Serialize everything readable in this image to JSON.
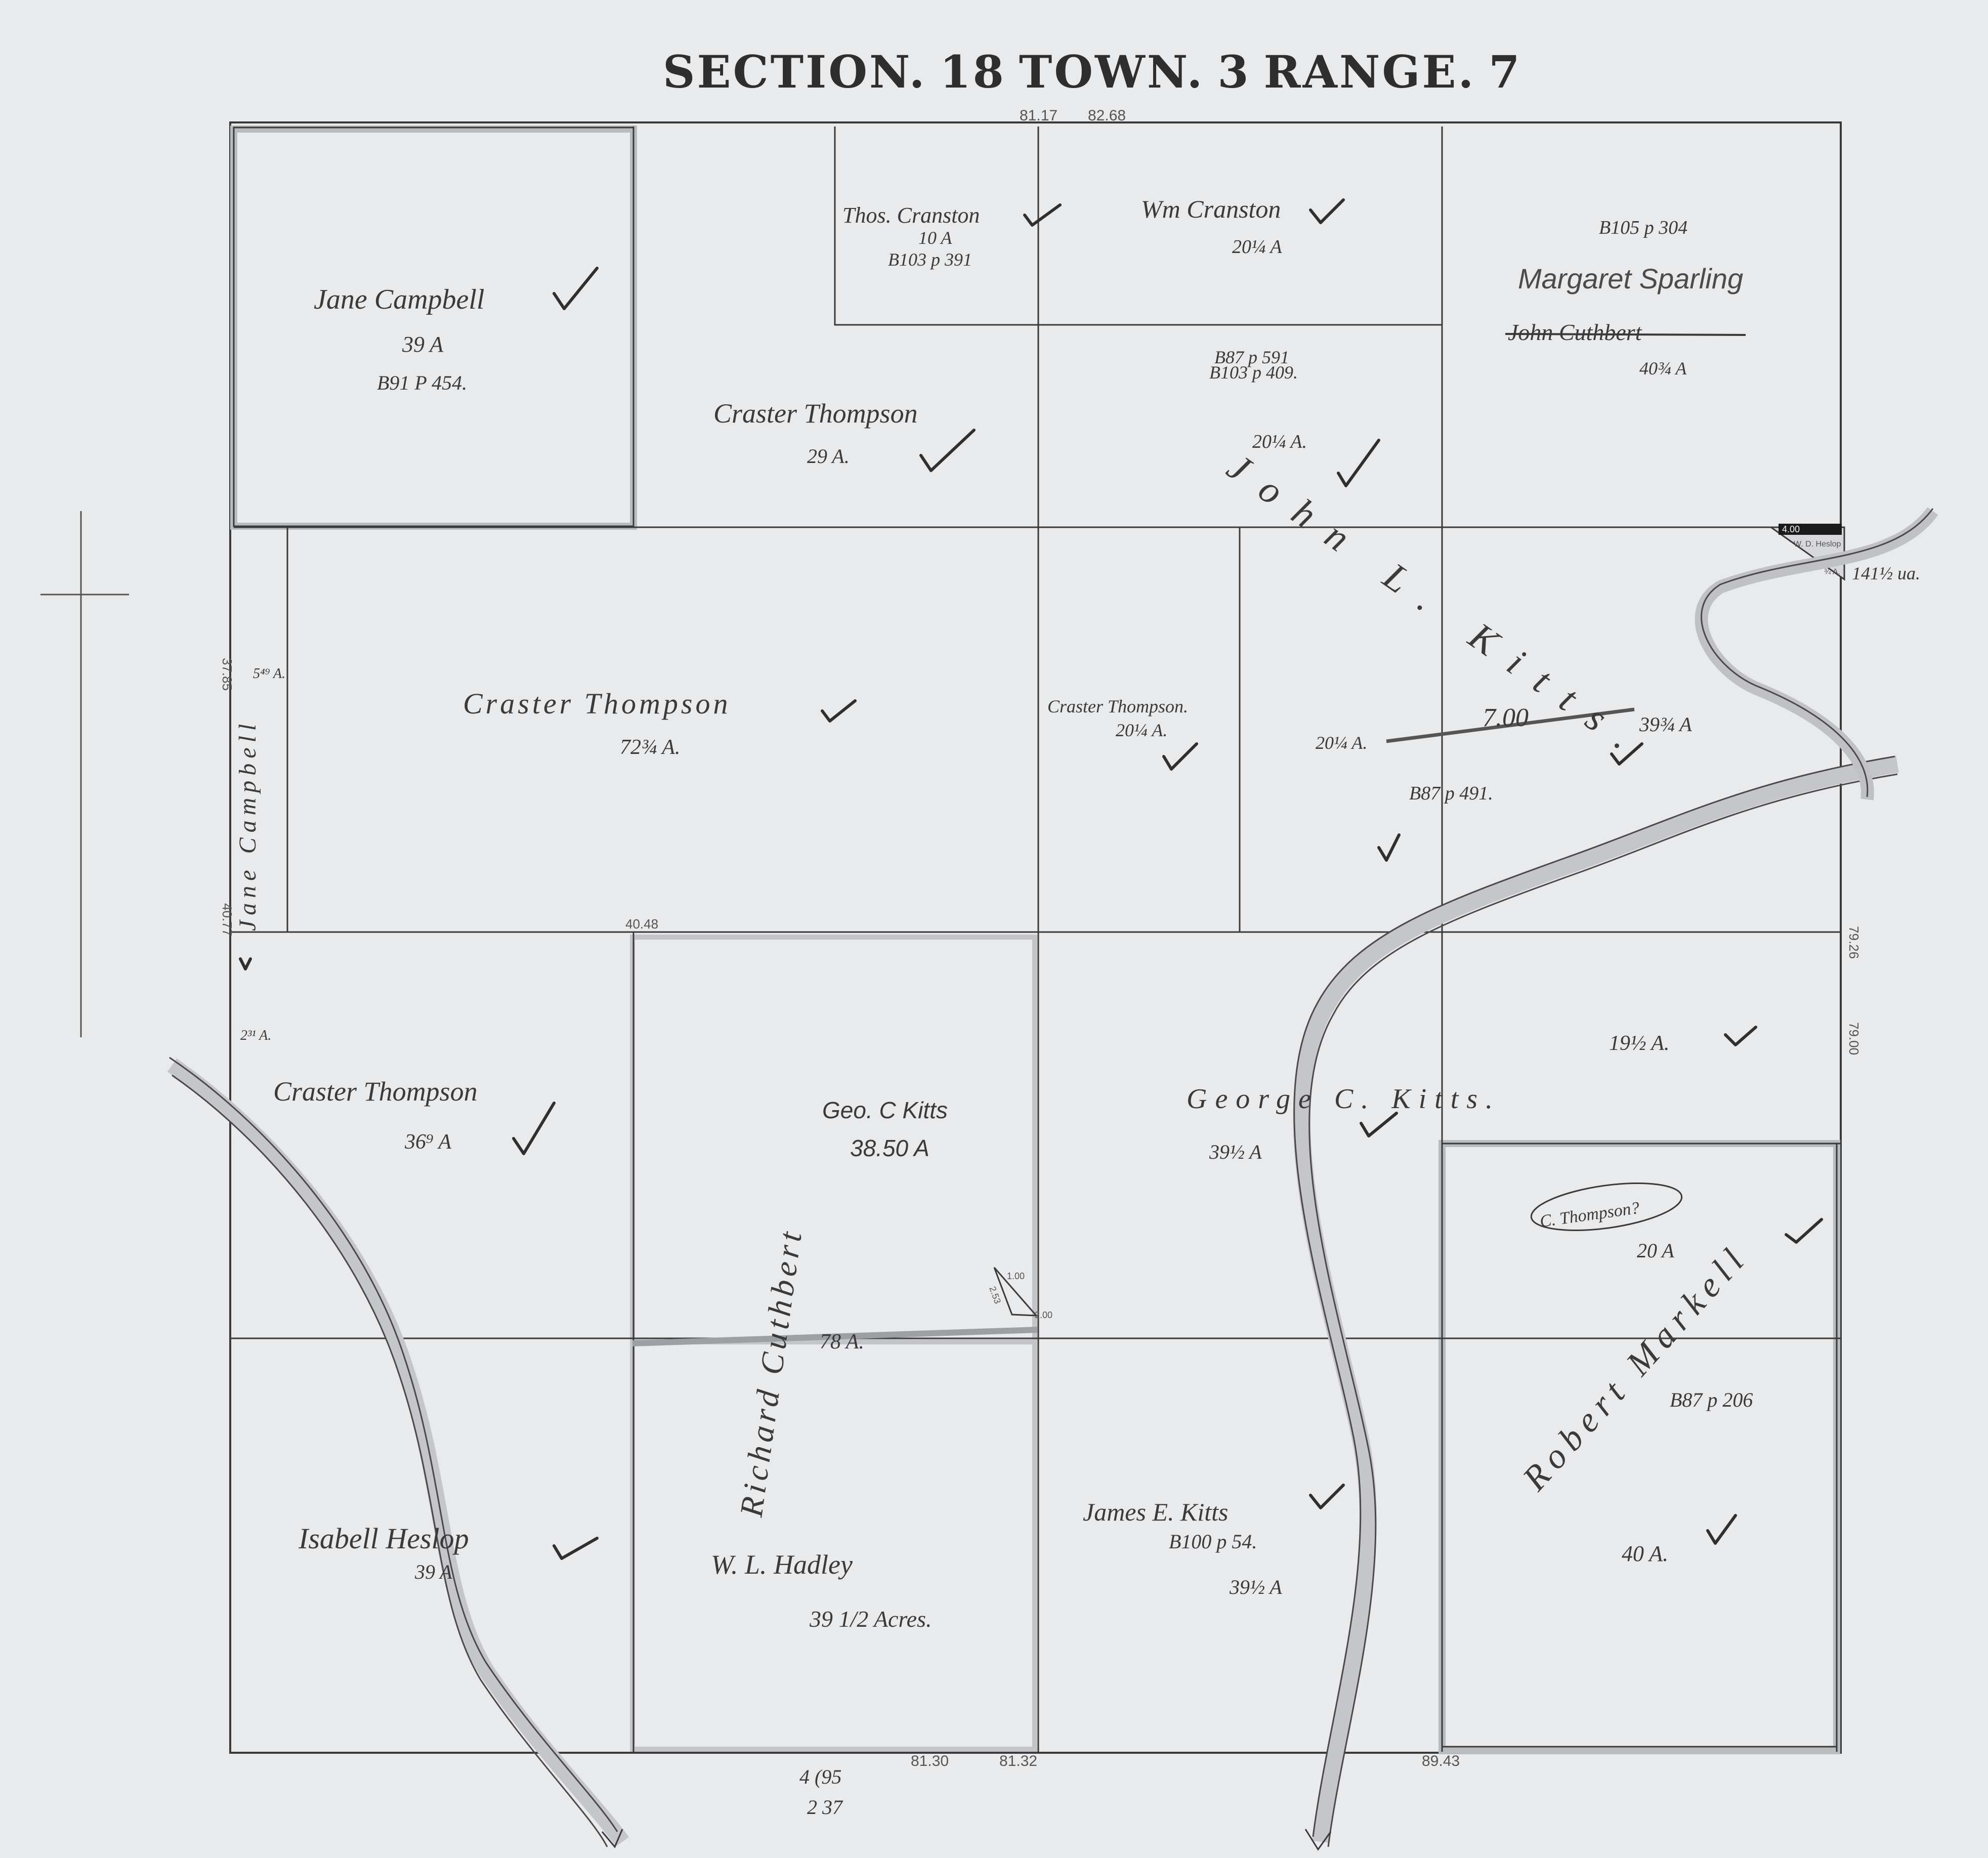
{
  "title": {
    "section_label": "SECTION.",
    "section": "18",
    "town_label": "TOWN.",
    "town": "3",
    "range_label": "RANGE.",
    "range": "7"
  },
  "owners": {
    "jane_campbell_top": {
      "name": "Jane Campbell",
      "acres": "39 A",
      "book": "B91 P 454."
    },
    "thos_cranston": {
      "name": "Thos. Cranston",
      "acres": "10 A",
      "book": "B103 p 391"
    },
    "wm_cranston": {
      "name": "Wm Cranston",
      "acres": "20¼ A"
    },
    "margaret_sparling": {
      "name": "Margaret Sparling",
      "book": "B105 p 304",
      "struck_name": "John Cuthbert",
      "acres": "40¾ A"
    },
    "craster_north": {
      "name": "Craster Thompson",
      "acres": "29 A."
    },
    "center_north": {
      "book1": "B87 p 591",
      "book2": "B103 p 409.",
      "acres": "20¼ A."
    },
    "john_kitts": {
      "name": "John L. Kitts.",
      "acres_left": "20¼ A.",
      "acres_right": "39¾ A",
      "book": "B87 p 491."
    },
    "craster_center": {
      "name": "Craster Thompson",
      "acres": "72¾ A."
    },
    "craster_small": {
      "name": "Craster Thompson.",
      "acres": "20¼ A."
    },
    "jane_campbell_strip": {
      "name": "Jane Campbell",
      "acres_top": "5⁴⁹ A.",
      "acres_bottom": "2³¹ A."
    },
    "craster_southwest": {
      "name": "Craster Thompson",
      "acres": "36⁹ A"
    },
    "geo_kitts_box": {
      "name": "Geo. C Kitts",
      "acres": "38.50 A"
    },
    "richard_cuthbert": {
      "name": "Richard Cuthbert",
      "acres": "78 A."
    },
    "george_kitts": {
      "name": "George C. Kitts.",
      "acres": "39½ A",
      "acres_right": "19½ A."
    },
    "robert_markell": {
      "name": "Robert Markell",
      "note": "C. Thompson?",
      "acres_top": "20 A",
      "book": "B87 p 206",
      "acres_bottom": "40 A."
    },
    "isabell_heslop": {
      "name": "Isabell Heslop",
      "acres": "39 A"
    },
    "wl_hadley": {
      "name": "W. L. Hadley",
      "acres": "39 1/2 Acres."
    },
    "james_kitts": {
      "name": "James E. Kitts",
      "book": "B100 p 54.",
      "acres": "39½ A"
    },
    "wd_heslop": {
      "name": "W. D. Heslop",
      "dim": "4.00",
      "acres": "¾ A.",
      "outside": "141½ ua."
    }
  },
  "survey": {
    "top_measure_1": "81.17",
    "top_measure_2": "82.68",
    "bottom_measure_1": "81.30",
    "bottom_measure_2": "81.32",
    "bottom_measure_3": "89.43",
    "bottom_note_1": "4 (95",
    "bottom_note_2": "2 37",
    "mid_measure": "40.48",
    "left_measure_1": "37.85",
    "left_measure_2": "40.77",
    "right_measure_1": "79.00",
    "right_measure_2": "79.26",
    "line_measure": "7.00",
    "tri_1": "1.00",
    "tri_2": "2.00",
    "tri_3": "2.53"
  }
}
